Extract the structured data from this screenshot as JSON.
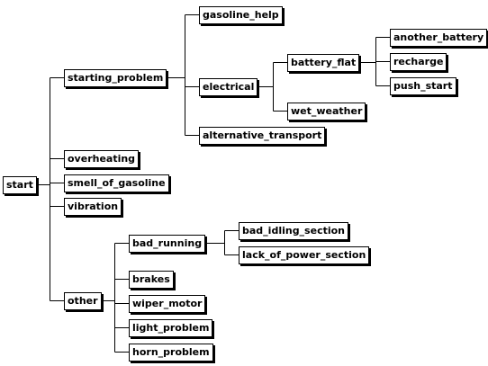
{
  "tree": {
    "root": "start",
    "nodes": [
      {
        "id": "start",
        "label": "start",
        "parent": null
      },
      {
        "id": "starting_problem",
        "label": "starting_problem",
        "parent": "start"
      },
      {
        "id": "overheating",
        "label": "overheating",
        "parent": "start"
      },
      {
        "id": "smell_of_gasoline",
        "label": "smell_of_gasoline",
        "parent": "start"
      },
      {
        "id": "vibration",
        "label": "vibration",
        "parent": "start"
      },
      {
        "id": "other",
        "label": "other",
        "parent": "start"
      },
      {
        "id": "gasoline_help",
        "label": "gasoline_help",
        "parent": "starting_problem"
      },
      {
        "id": "electrical",
        "label": "electrical",
        "parent": "starting_problem"
      },
      {
        "id": "alternative_transport",
        "label": "alternative_transport",
        "parent": "starting_problem"
      },
      {
        "id": "battery_flat",
        "label": "battery_flat",
        "parent": "electrical"
      },
      {
        "id": "wet_weather",
        "label": "wet_weather",
        "parent": "electrical"
      },
      {
        "id": "another_battery",
        "label": "another_battery",
        "parent": "battery_flat"
      },
      {
        "id": "recharge",
        "label": "recharge",
        "parent": "battery_flat"
      },
      {
        "id": "push_start",
        "label": "push_start",
        "parent": "battery_flat"
      },
      {
        "id": "bad_running",
        "label": "bad_running",
        "parent": "other"
      },
      {
        "id": "brakes",
        "label": "brakes",
        "parent": "other"
      },
      {
        "id": "wiper_motor",
        "label": "wiper_motor",
        "parent": "other"
      },
      {
        "id": "light_problem",
        "label": "light_problem",
        "parent": "other"
      },
      {
        "id": "horn_problem",
        "label": "horn_problem",
        "parent": "other"
      },
      {
        "id": "bad_idling_section",
        "label": "bad_idling_section",
        "parent": "bad_running"
      },
      {
        "id": "lack_of_power_section",
        "label": "lack_of_power_section",
        "parent": "bad_running"
      }
    ]
  }
}
